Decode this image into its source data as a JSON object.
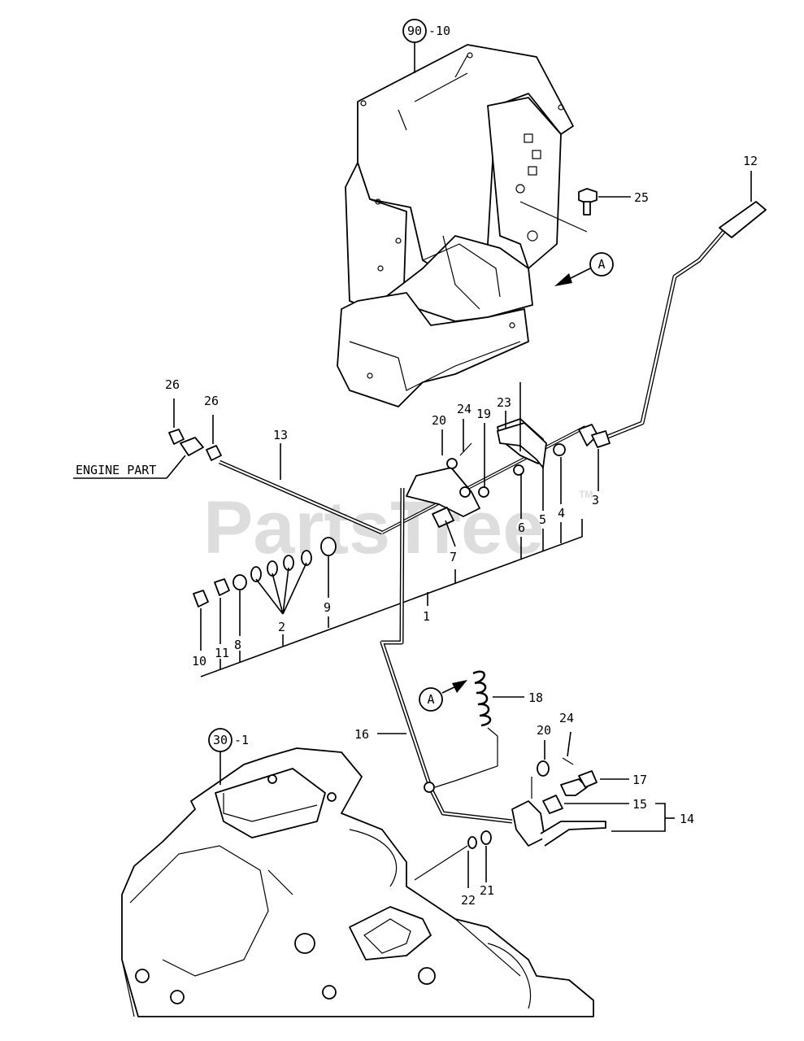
{
  "watermark": "PartsTree",
  "watermark_tm": "TM",
  "refs": {
    "top": "90",
    "top_suffix": "-10",
    "bottom": "30",
    "bottom_suffix": "-1",
    "arrow_a_top": "A",
    "arrow_a_bottom": "A"
  },
  "engine_part": "ENGINE PART",
  "callouts": {
    "c1": "1",
    "c2": "2",
    "c3": "3",
    "c4": "4",
    "c5": "5",
    "c6": "6",
    "c7": "7",
    "c8": "8",
    "c9": "9",
    "c10": "10",
    "c11": "11",
    "c12": "12",
    "c13": "13",
    "c14": "14",
    "c15": "15",
    "c16": "16",
    "c17": "17",
    "c18": "18",
    "c19": "19",
    "c20a": "20",
    "c20b": "20",
    "c21": "21",
    "c22": "22",
    "c23": "23",
    "c24a": "24",
    "c24b": "24",
    "c25": "25",
    "c26a": "26",
    "c26b": "26"
  }
}
